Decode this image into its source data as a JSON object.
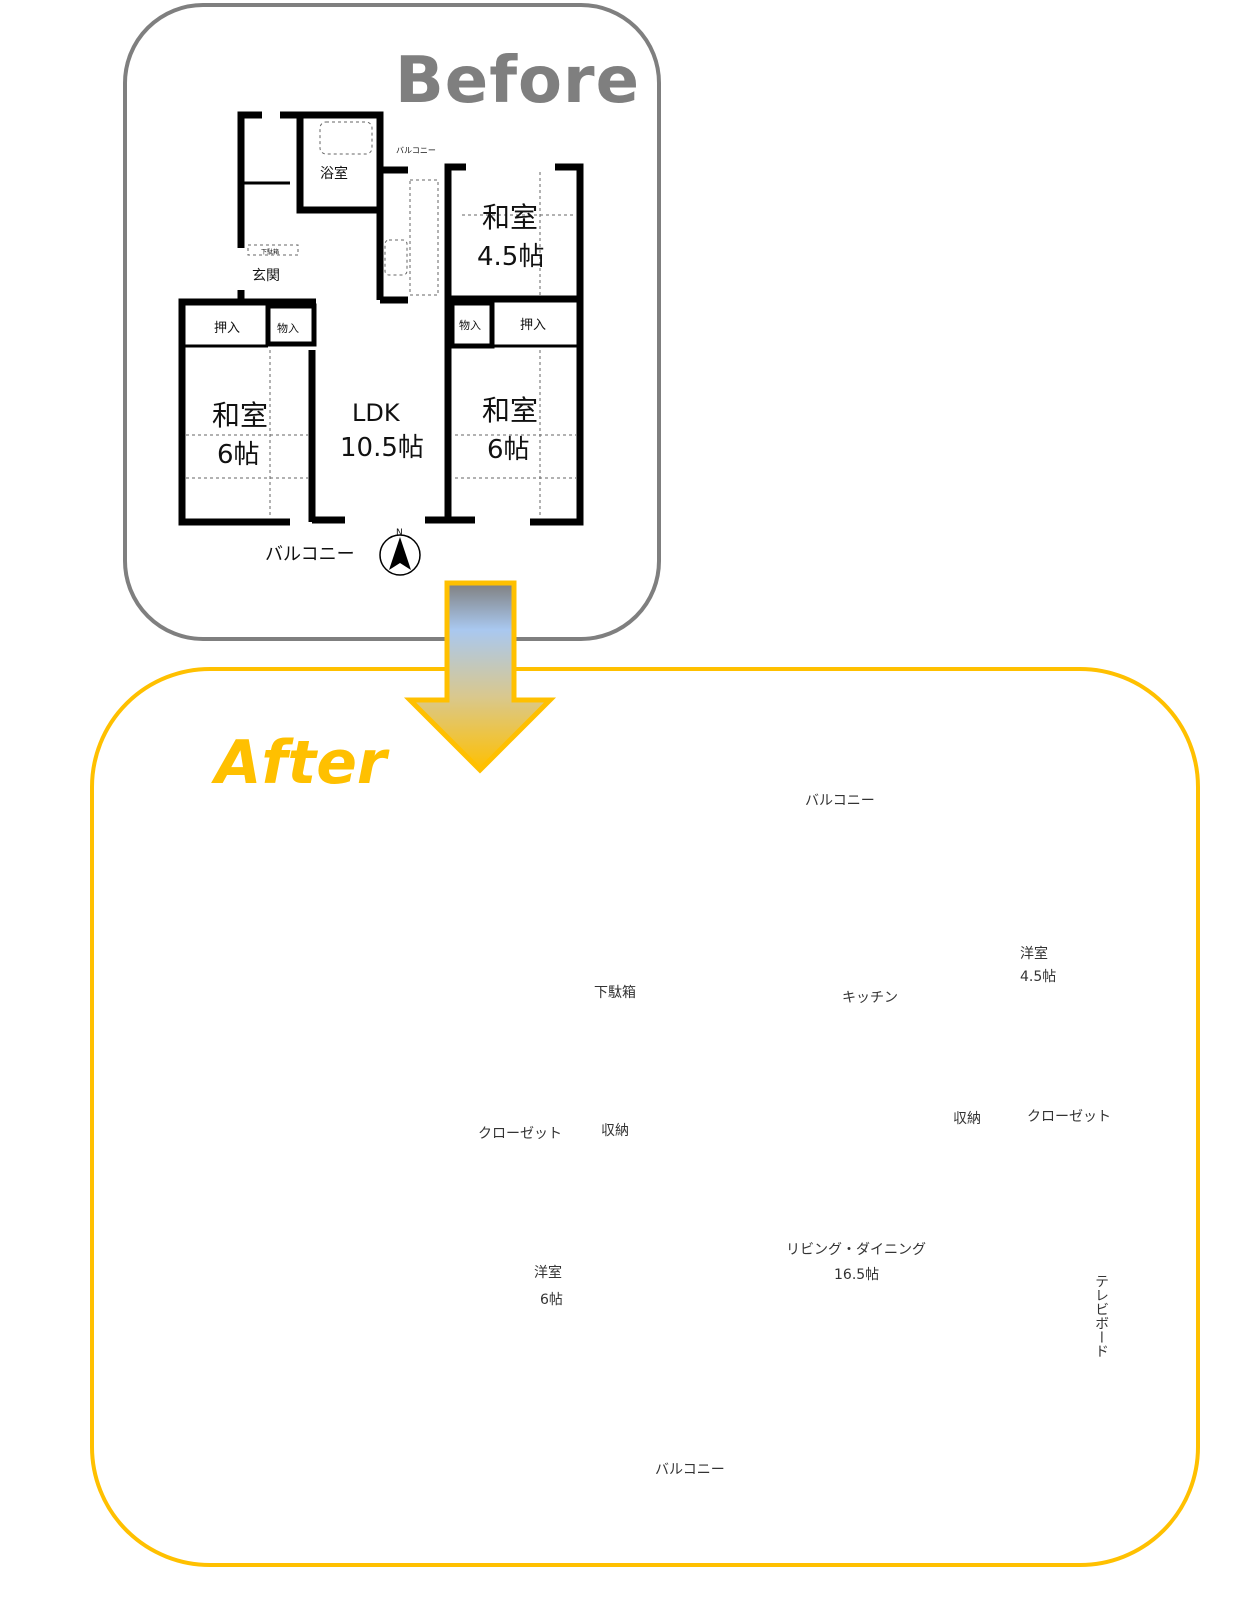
{
  "before": {
    "title": "Before",
    "rooms": {
      "bath": "浴室",
      "balcony_small": "バルコニー",
      "shoe_box": "下駄箱",
      "entrance": "玄関",
      "washitsu_45_name": "和室",
      "washitsu_45_size": "4.5帖",
      "oshiire_left": "押入",
      "monoire_left": "物入",
      "monoire_right": "物入",
      "oshiire_right": "押入",
      "washitsu_6l_name": "和室",
      "washitsu_6l_size": "6帖",
      "ldk_name": "LDK",
      "ldk_size": "10.5帖",
      "washitsu_6r_name": "和室",
      "washitsu_6r_size": "6帖",
      "balcony": "バルコニー",
      "north": "N"
    }
  },
  "after": {
    "title": "After",
    "labels": {
      "balcony_top": "バルコニー",
      "shoe_box": "下駄箱",
      "kitchen": "キッチン",
      "western_45_name": "洋室",
      "western_45_size": "4.5帖",
      "closet_left": "クローゼット",
      "storage_left": "収納",
      "storage_right": "収納",
      "closet_right": "クローゼット",
      "living_name": "リビング・ダイニング",
      "living_size": "16.5帖",
      "western_6_name": "洋室",
      "western_6_size": "6帖",
      "tv_board": "テレビボード",
      "balcony_bottom": "バルコニー"
    }
  },
  "colors": {
    "before_border": "#7f7f7f",
    "after_accent": "#FFC000"
  }
}
